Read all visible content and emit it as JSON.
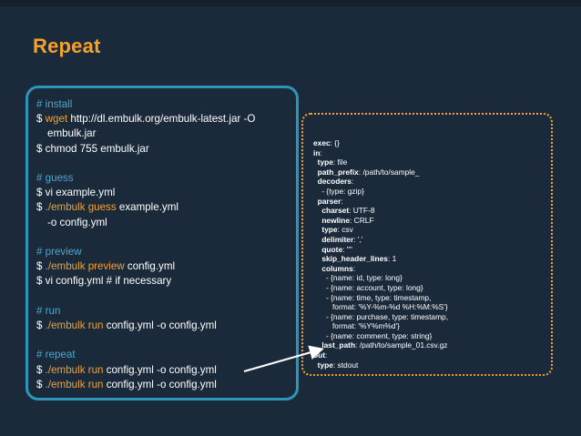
{
  "title": "Repeat",
  "commands": [
    {
      "parts": [
        {
          "t": "# install",
          "c": "comment"
        }
      ]
    },
    {
      "parts": [
        {
          "t": "$ ",
          "c": ""
        },
        {
          "t": "wget",
          "c": "accent"
        },
        {
          "t": " http://dl.embulk.org/embulk-latest.jar -O",
          "c": ""
        }
      ]
    },
    {
      "cont": true,
      "parts": [
        {
          "t": "embulk.jar",
          "c": ""
        }
      ]
    },
    {
      "parts": [
        {
          "t": "$ chmod 755 embulk.jar",
          "c": ""
        }
      ]
    },
    {
      "gap": true
    },
    {
      "parts": [
        {
          "t": "# guess",
          "c": "comment"
        }
      ]
    },
    {
      "parts": [
        {
          "t": "$ vi example.yml",
          "c": ""
        }
      ]
    },
    {
      "parts": [
        {
          "t": "$ ",
          "c": ""
        },
        {
          "t": "./embulk guess",
          "c": "accent"
        },
        {
          "t": " example.yml",
          "c": ""
        }
      ]
    },
    {
      "cont": true,
      "parts": [
        {
          "t": "-o config.yml",
          "c": ""
        }
      ]
    },
    {
      "gap": true
    },
    {
      "parts": [
        {
          "t": "# preview",
          "c": "comment"
        }
      ]
    },
    {
      "parts": [
        {
          "t": "$ ",
          "c": ""
        },
        {
          "t": "./embulk preview",
          "c": "accent"
        },
        {
          "t": " config.yml",
          "c": ""
        }
      ]
    },
    {
      "parts": [
        {
          "t": "$ vi config.yml  # if necessary",
          "c": ""
        }
      ]
    },
    {
      "gap": true
    },
    {
      "parts": [
        {
          "t": "# run",
          "c": "comment"
        }
      ]
    },
    {
      "parts": [
        {
          "t": "$ ",
          "c": ""
        },
        {
          "t": "./embulk run",
          "c": "accent"
        },
        {
          "t": " config.yml -o config.yml",
          "c": ""
        }
      ]
    },
    {
      "gap": true
    },
    {
      "parts": [
        {
          "t": "# repeat",
          "c": "comment"
        }
      ]
    },
    {
      "parts": [
        {
          "t": "$ ",
          "c": ""
        },
        {
          "t": "./embulk run",
          "c": "accent"
        },
        {
          "t": " config.yml -o config.yml",
          "c": ""
        }
      ]
    },
    {
      "parts": [
        {
          "t": "$ ",
          "c": ""
        },
        {
          "t": "./embulk run",
          "c": "accent"
        },
        {
          "t": " config.yml -o config.yml",
          "c": ""
        }
      ]
    }
  ],
  "yaml": [
    {
      "indent": "",
      "key": "exec",
      "val": ": {}"
    },
    {
      "indent": "",
      "key": "in",
      "val": ":"
    },
    {
      "indent": "  ",
      "key": "type",
      "val": ": file"
    },
    {
      "indent": "  ",
      "key": "path_prefix",
      "val": ": /path/to/sample_"
    },
    {
      "indent": "  ",
      "key": "decoders",
      "val": ":"
    },
    {
      "indent": "    ",
      "key": "",
      "val": "- {type: gzip}"
    },
    {
      "indent": "  ",
      "key": "parser",
      "val": ":"
    },
    {
      "indent": "    ",
      "key": "charset",
      "val": ": UTF-8"
    },
    {
      "indent": "    ",
      "key": "newline",
      "val": ": CRLF"
    },
    {
      "indent": "    ",
      "key": "type",
      "val": ": csv"
    },
    {
      "indent": "    ",
      "key": "delimiter",
      "val": ": ','"
    },
    {
      "indent": "    ",
      "key": "quote",
      "val": ": '\"'"
    },
    {
      "indent": "    ",
      "key": "skip_header_lines",
      "val": ": 1"
    },
    {
      "indent": "    ",
      "key": "columns",
      "val": ":"
    },
    {
      "indent": "      ",
      "key": "",
      "val": "- {name: id, type: long}"
    },
    {
      "indent": "      ",
      "key": "",
      "val": "- {name: account, type: long}"
    },
    {
      "indent": "      ",
      "key": "",
      "val": "- {name: time, type: timestamp,"
    },
    {
      "indent": "         ",
      "key": "",
      "val": "format: '%Y-%m-%d %H:%M:%S'}"
    },
    {
      "indent": "      ",
      "key": "",
      "val": "- {name: purchase, type: timestamp,"
    },
    {
      "indent": "         ",
      "key": "",
      "val": "format: '%Y%m%d'}"
    },
    {
      "indent": "      ",
      "key": "",
      "val": "- {name: comment, type: string}"
    },
    {
      "indent": "    ",
      "key": "last_path",
      "val": ": /path/to/sample_01.csv.gz"
    },
    {
      "indent": "",
      "key": "out",
      "val": ":"
    },
    {
      "indent": "  ",
      "key": "type",
      "val": ": stdout"
    }
  ],
  "colors": {
    "background": "#1a2a3a",
    "accent": "#f5a22c",
    "comment": "#4aa8d0",
    "command_box_border": "#2d96b8",
    "yaml_box_border": "#f5a22c"
  }
}
